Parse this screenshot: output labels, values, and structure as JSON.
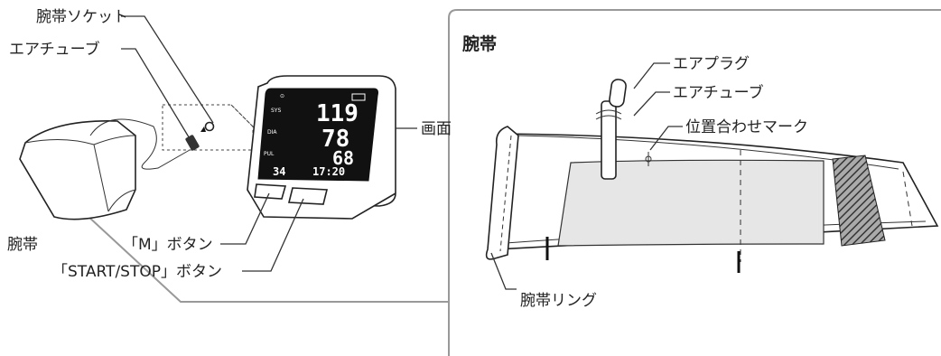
{
  "labels": {
    "cuff_socket": "腕帯ソケット",
    "air_tube": "エアチューブ",
    "screen": "画面",
    "cuff_left": "腕帯",
    "m_button": "「M」ボタン",
    "start_stop_button": "「START/STOP」ボタン",
    "panel_title": "腕帯",
    "air_plug": "エアプラグ",
    "air_tube_right": "エアチューブ",
    "position_mark": "位置合わせマーク",
    "cuff_ring": "腕帯リング"
  },
  "display": {
    "sys_label": "SYS",
    "dia_label": "DIA",
    "pul_label": "PUL",
    "sys_value": "119",
    "dia_value": "78",
    "pul_value": "68",
    "memory_value": "34",
    "time_value": "17:20"
  },
  "colors": {
    "line": "#333333",
    "connector": "#999999",
    "screen": "#111111",
    "cuff_area": "#e6e6e6",
    "hatch": "#555555"
  }
}
